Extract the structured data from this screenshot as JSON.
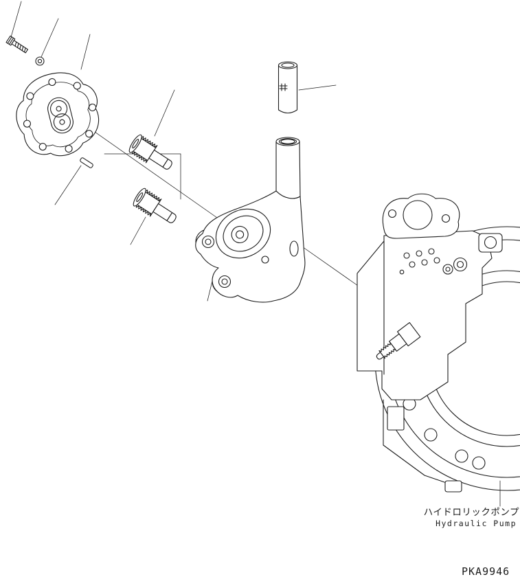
{
  "diagram": {
    "type": "exploded-parts-drawing",
    "figure_code": "PKA9946",
    "callout": {
      "label_jp": "ハイドロリックポンプ",
      "label_en": "Hydraulic Pump"
    },
    "colors": {
      "line": "#1b1b1b",
      "background": "#ffffff"
    },
    "parts": [
      {
        "id": "hex-bolt"
      },
      {
        "id": "washer"
      },
      {
        "id": "gear-pump-cover"
      },
      {
        "id": "dowel-pin"
      },
      {
        "id": "gear-shaft-upper"
      },
      {
        "id": "gear-shaft-lower"
      },
      {
        "id": "plug"
      },
      {
        "id": "gear-pump-housing"
      },
      {
        "id": "pump-main-body"
      }
    ]
  }
}
